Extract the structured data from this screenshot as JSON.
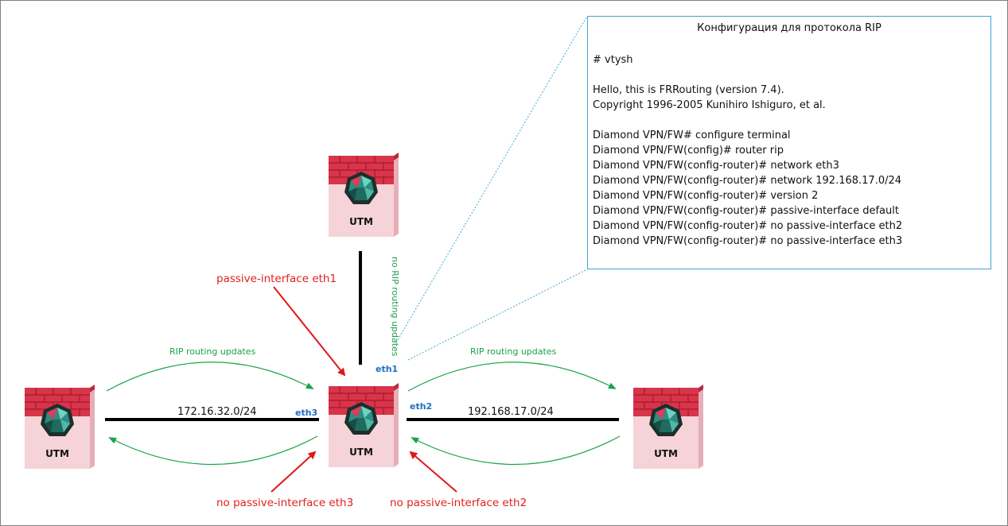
{
  "config": {
    "title": "Конфигурация для протокола RIP",
    "lines": [
      "# vtysh",
      "",
      "Hello, this is FRRouting (version 7.4).",
      "Copyright 1996-2005 Kunihiro Ishiguro, et al.",
      "",
      "Diamond VPN/FW# configure terminal",
      "Diamond VPN/FW(config)# router rip",
      "Diamond VPN/FW(config-router)# network eth3",
      "Diamond VPN/FW(config-router)# network 192.168.17.0/24",
      "Diamond VPN/FW(config-router)# version 2",
      "Diamond VPN/FW(config-router)# passive-interface default",
      "Diamond VPN/FW(config-router)# no passive-interface eth2",
      "Diamond VPN/FW(config-router)# no passive-interface eth3"
    ]
  },
  "devices": {
    "top": "UTM",
    "left": "UTM",
    "center": "UTM",
    "right": "UTM"
  },
  "labels": {
    "passive_eth1": "passive-interface eth1",
    "no_passive_eth3": "no passive-interface eth3",
    "no_passive_eth2": "no passive-interface eth2",
    "rip_left": "RIP routing updates",
    "rip_right": "RIP routing updates",
    "no_rip": "no RIP routing updates",
    "eth1": "eth1",
    "eth2": "eth2",
    "eth3": "eth3",
    "net_left": "172.16.32.0/24",
    "net_right": "192.168.17.0/24"
  },
  "colors": {
    "red_label": "#e02020",
    "green_label": "#1aa34a",
    "iface_label": "#1f6fbf",
    "box_border": "#41a5d6"
  }
}
